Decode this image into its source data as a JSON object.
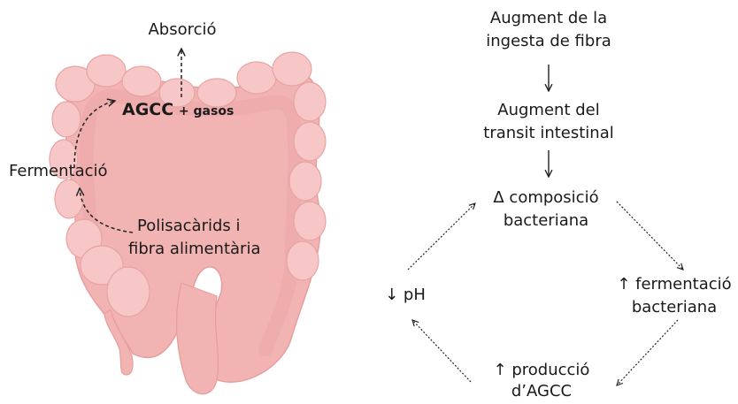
{
  "colon": {
    "absorption_label": "Absorció",
    "agcc_label": "AGCC",
    "gases_label": "+ gasos",
    "fermentation_label": "Fermentació",
    "substrate_label_line1": "Polisacàrids i",
    "substrate_label_line2": "fibra alimentària",
    "colon_fill": "#f2b3b3",
    "colon_stroke": "#e79d9d"
  },
  "flow": {
    "fiber_intake": [
      "Augment de la",
      "ingesta de fibra"
    ],
    "transit": [
      "Augment del",
      "transit intestinal"
    ],
    "composition": [
      "Δ composició",
      "bacteriana"
    ],
    "fermentation": [
      "↑ fermentació",
      "bacteriana"
    ],
    "production": [
      "↑ producció",
      "d’AGCC"
    ],
    "ph": "↓ pH"
  }
}
